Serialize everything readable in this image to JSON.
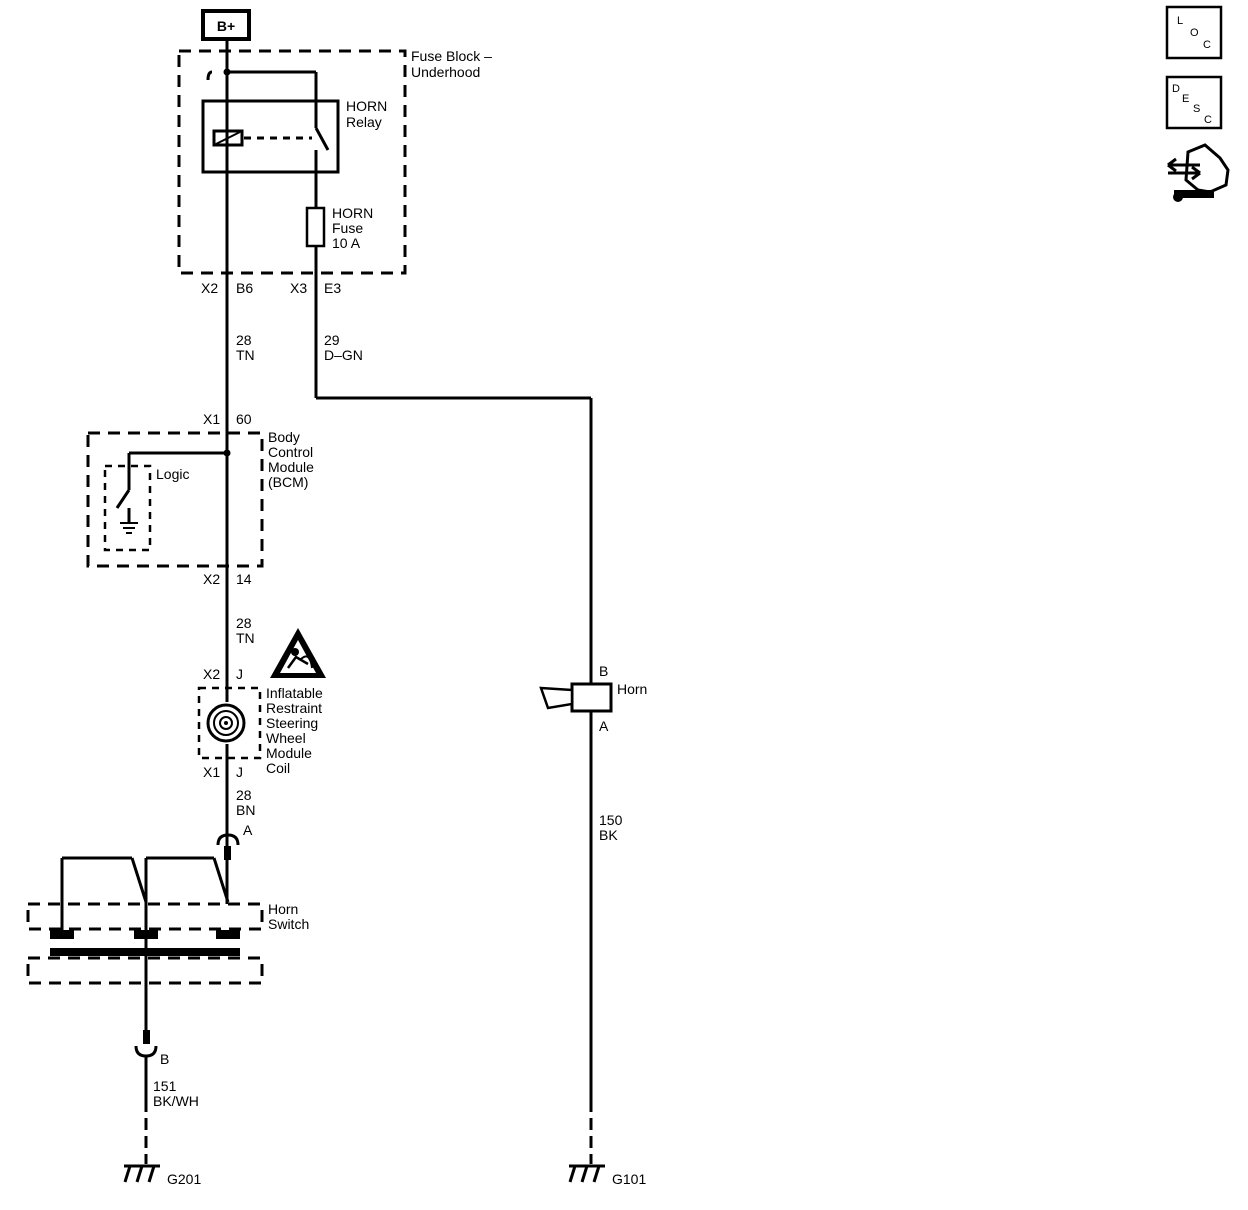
{
  "battery": {
    "label": "B+"
  },
  "fuse_block": {
    "name_line1": "Fuse Block –",
    "name_line2": "Underhood",
    "relay_line1": "HORN",
    "relay_line2": "Relay",
    "fuse_line1": "HORN",
    "fuse_line2": "Fuse",
    "fuse_line3": "10 A",
    "conn_left": "X2",
    "pin_left": "B6",
    "conn_right": "X3",
    "pin_right": "E3"
  },
  "wire_28_tn_top": {
    "circuit": "28",
    "color": "TN"
  },
  "wire_29": {
    "circuit": "29",
    "color": "D–GN"
  },
  "bcm": {
    "conn_top": "X1",
    "pin_top": "60",
    "name_line1": "Body",
    "name_line2": "Control",
    "name_line3": "Module",
    "name_line4": "(BCM)",
    "logic": "Logic",
    "conn_bottom": "X2",
    "pin_bottom": "14"
  },
  "wire_28_tn_mid": {
    "circuit": "28",
    "color": "TN"
  },
  "coil": {
    "conn_top": "X2",
    "pin_top": "J",
    "name_line1": "Inflatable",
    "name_line2": "Restraint",
    "name_line3": "Steering",
    "name_line4": "Wheel",
    "name_line5": "Module",
    "name_line6": "Coil",
    "conn_bottom": "X1",
    "pin_bottom": "J"
  },
  "wire_28_bn": {
    "circuit": "28",
    "color": "BN"
  },
  "horn_switch": {
    "pin_a": "A",
    "name_line1": "Horn",
    "name_line2": "Switch",
    "pin_b": "B"
  },
  "wire_151": {
    "circuit": "151",
    "color": "BK/WH"
  },
  "ground_g201": {
    "label": "G201"
  },
  "horn": {
    "pin_b": "B",
    "label": "Horn",
    "pin_a": "A"
  },
  "wire_150": {
    "circuit": "150",
    "color": "BK"
  },
  "ground_g101": {
    "label": "G101"
  },
  "side_icons": {
    "loc": [
      "L",
      "O",
      "C"
    ],
    "desc": [
      "D",
      "E",
      "S",
      "C"
    ]
  }
}
